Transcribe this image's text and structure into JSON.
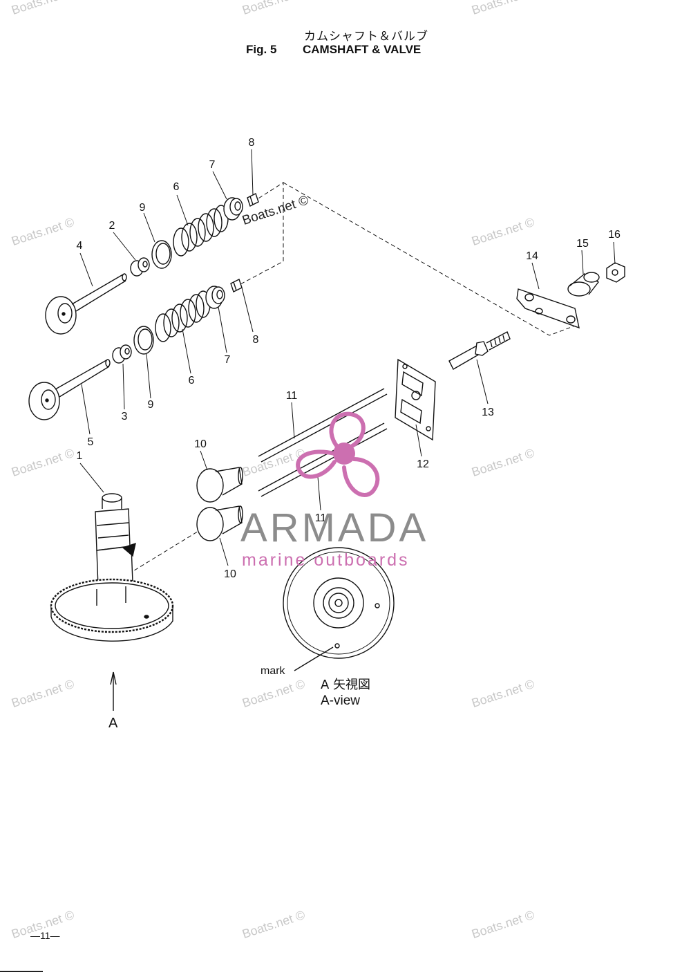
{
  "header": {
    "title_jp": "カムシャフト＆バルブ",
    "fig_number": "Fig. 5",
    "fig_title": "CAMSHAFT & VALVE"
  },
  "callouts": [
    {
      "id": "c8a",
      "text": "8"
    },
    {
      "id": "c7a",
      "text": "7"
    },
    {
      "id": "c6a",
      "text": "6"
    },
    {
      "id": "c9a",
      "text": "9"
    },
    {
      "id": "c2",
      "text": "2"
    },
    {
      "id": "c4",
      "text": "4"
    },
    {
      "id": "c8b",
      "text": "8"
    },
    {
      "id": "c7b",
      "text": "7"
    },
    {
      "id": "c6b",
      "text": "6"
    },
    {
      "id": "c9b",
      "text": "9"
    },
    {
      "id": "c3",
      "text": "3"
    },
    {
      "id": "c5",
      "text": "5"
    },
    {
      "id": "c1",
      "text": "1"
    },
    {
      "id": "c11a",
      "text": "11"
    },
    {
      "id": "c11b",
      "text": "11"
    },
    {
      "id": "c10a",
      "text": "10"
    },
    {
      "id": "c10b",
      "text": "10"
    },
    {
      "id": "c12",
      "text": "12"
    },
    {
      "id": "c13",
      "text": "13"
    },
    {
      "id": "c14",
      "text": "14"
    },
    {
      "id": "c15",
      "text": "15"
    },
    {
      "id": "c16",
      "text": "16"
    }
  ],
  "a_view": {
    "mark": "mark",
    "label_jp": "A 矢視図",
    "label_en": "A-view",
    "arrow_label": "A"
  },
  "watermarks": {
    "text": "Boats.net ©",
    "highlighted": "Boats.net ©"
  },
  "logo": {
    "name": "ARMADA",
    "tagline": "marine outboards",
    "accent_color": "#cc6fb0"
  },
  "footer": {
    "page_number": "—11—"
  }
}
